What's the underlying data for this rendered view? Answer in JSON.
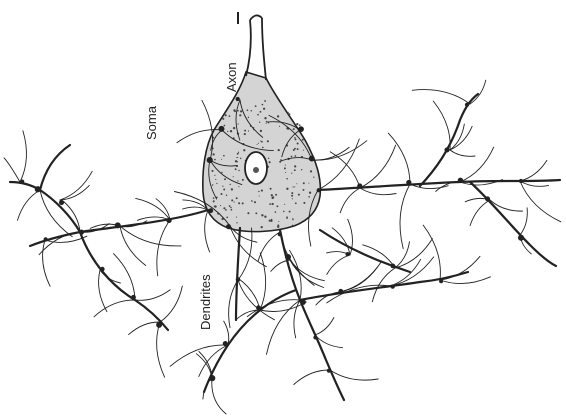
{
  "labels": {
    "axon": "Axon",
    "soma": "Soma",
    "dendrites": "Dendrites"
  },
  "colors": {
    "background": "#ffffff",
    "ink": "#222222"
  }
}
